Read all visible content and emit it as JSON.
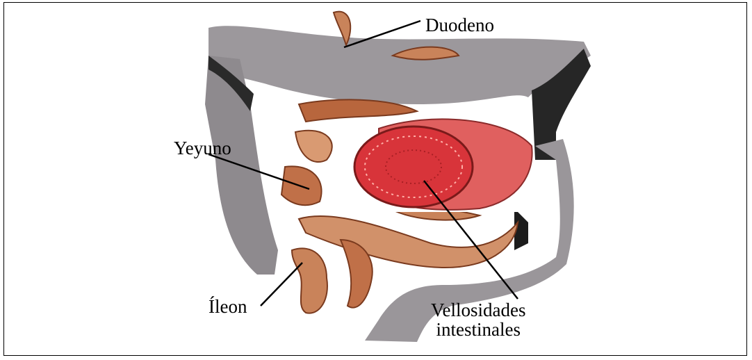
{
  "labels": {
    "duodeno": "Duodeno",
    "yeyuno": "Yeyuno",
    "ileon": "Íleon",
    "vellosidades_line1": "Vellosidades",
    "vellosidades_line2": "intestinales"
  },
  "colors": {
    "large_intestine": "#9a969a",
    "large_intestine_shadow": "#2a2a2a",
    "small_intestine": "#c9835a",
    "small_intestine_dark": "#7a3a1e",
    "villi_red": "#d8343a",
    "villi_outer": "#e0605f",
    "leader_line": "#000000"
  }
}
